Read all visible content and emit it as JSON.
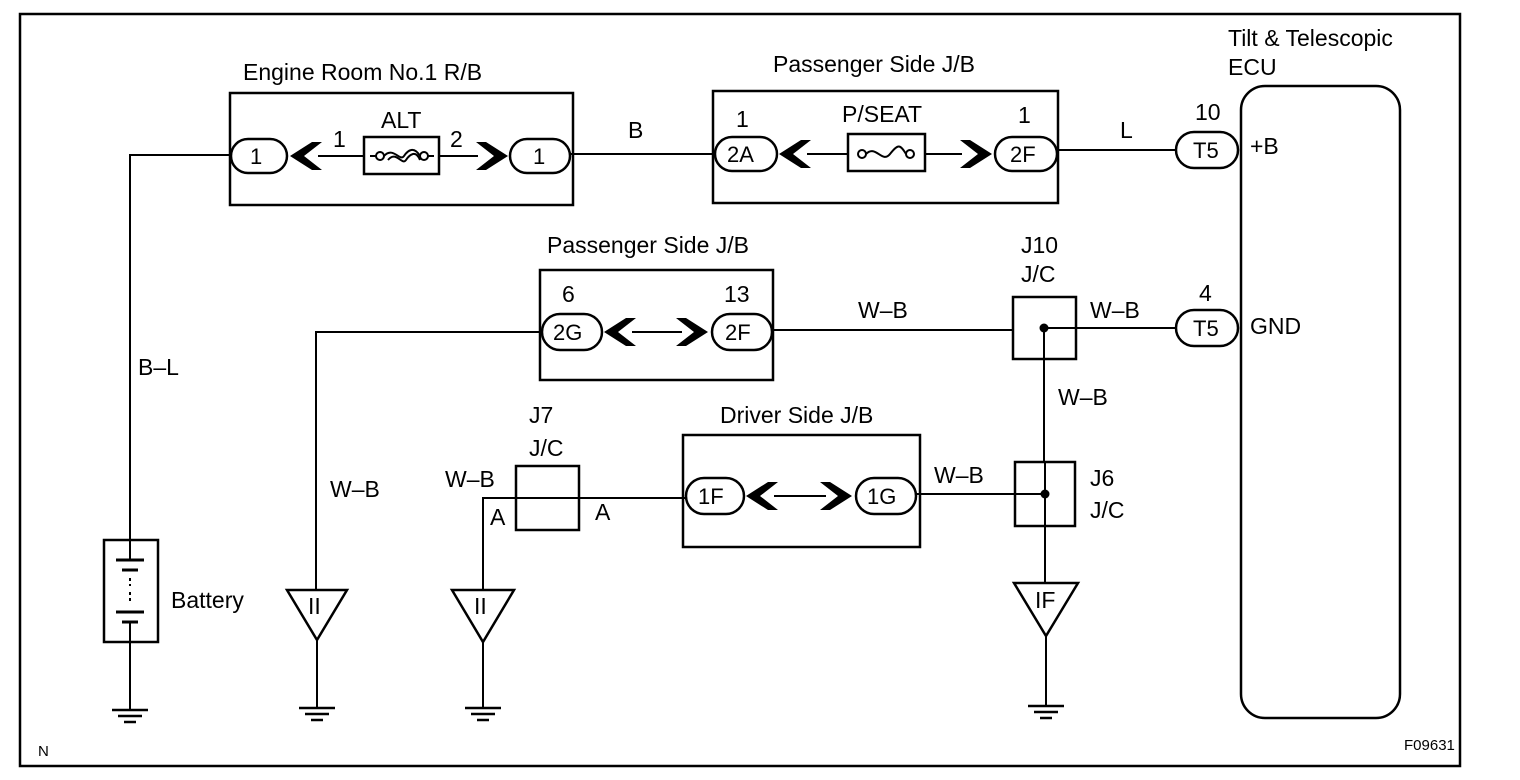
{
  "boxes": {
    "engine_room_rb": "Engine Room No.1 R/B",
    "passenger_jb_top": "Passenger Side J/B",
    "passenger_jb_mid": "Passenger Side J/B",
    "driver_jb": "Driver Side J/B",
    "ecu_line1": "Tilt & Telescopic",
    "ecu_line2": "ECU"
  },
  "fuses": {
    "alt": "ALT",
    "p_seat": "P/SEAT"
  },
  "connectors": {
    "er_left": "1",
    "er_right": "1",
    "pj_2a": "2A",
    "pj_2f_top": "2F",
    "ecu_t5_top": "T5",
    "ecu_t5_bottom": "T5",
    "pj_2g": "2G",
    "pj_2f_mid": "2F",
    "dj_1f": "1F",
    "dj_1g": "1G"
  },
  "pins": {
    "alt_in": "1",
    "alt_out": "2",
    "pj_2a_pin": "1",
    "pj_2f_pin": "1",
    "ecu_b_pin": "10",
    "ecu_gnd_pin": "4",
    "pj_2g_pin": "6",
    "pj_2f_mid_pin": "13"
  },
  "ecu_terminals": {
    "plus_b": "+B",
    "gnd": "GND"
  },
  "wires": {
    "b": "B",
    "l": "L",
    "b_l": "B–L",
    "wb_left": "W–B",
    "wb_top": "W–B",
    "wb_ecu": "W–B",
    "wb_vertical": "W–B",
    "wb_j7": "W–B",
    "wb_j6": "W–B"
  },
  "junctions": {
    "j10_line1": "J10",
    "j10_line2": "J/C",
    "j7_line1": "J7",
    "j7_line2": "J/C",
    "j6_line1": "J6",
    "j6_line2": "J/C",
    "j7_pin_a_left": "A",
    "j7_pin_a_right": "A"
  },
  "grounds": {
    "g1": "II",
    "g2": "II",
    "g3": "IF"
  },
  "battery": "Battery",
  "corner_n": "N",
  "figure_id": "F09631"
}
